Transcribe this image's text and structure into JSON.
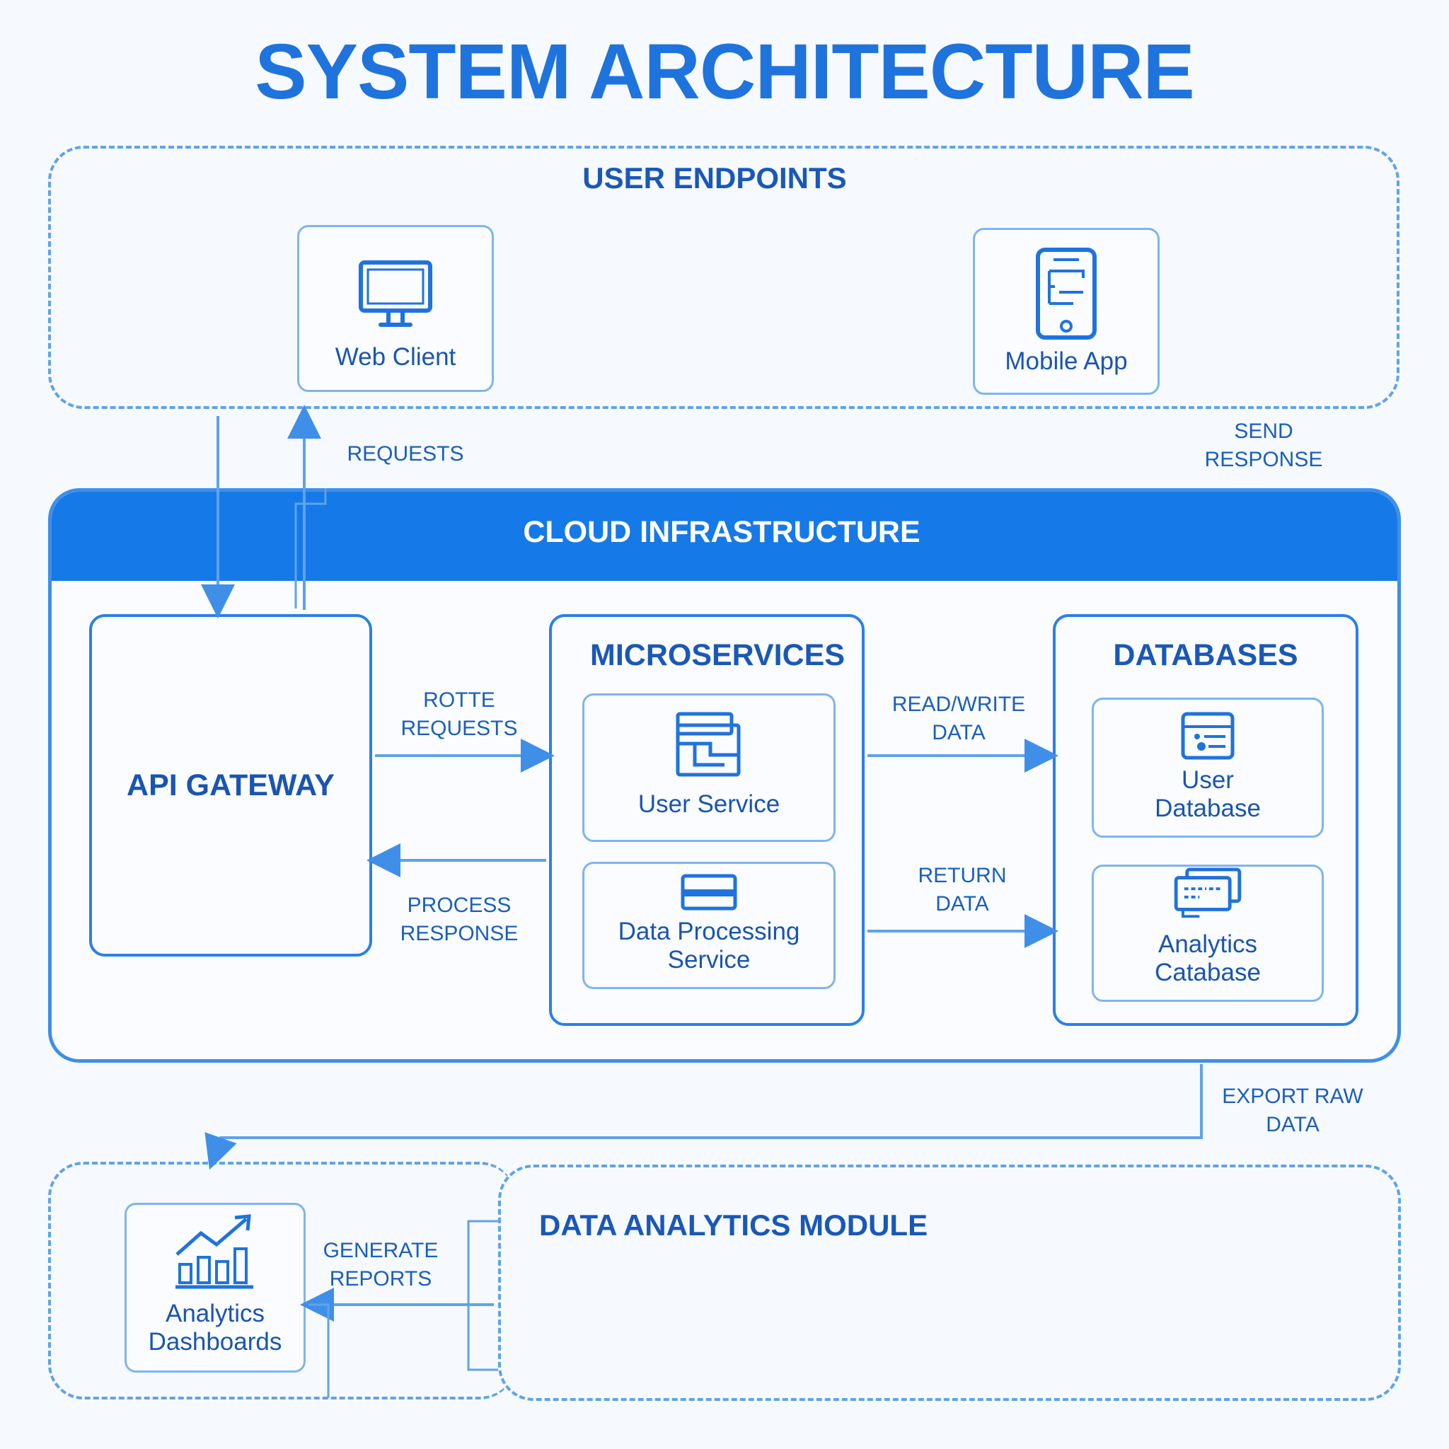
{
  "title": "SYSTEM ARCHITECTURE",
  "colors": {
    "primary": "#1f73dd",
    "dark_text": "#1a58b8",
    "line": "#5fa3ea",
    "header_fill": "#1679e8"
  },
  "user_endpoints": {
    "label": "USER ENDPOINTS",
    "web_client": {
      "label": "Web Client",
      "icon": "monitor-icon"
    },
    "mobile_app": {
      "label": "Mobile App",
      "icon": "smartphone-icon"
    }
  },
  "cloud": {
    "label": "CLOUD INFRASTRUCTURE",
    "api_gateway": "API GATEWAY",
    "microservices": {
      "title": "MICROSERVICES",
      "user_service": {
        "label": "User Service",
        "icon": "service-window-icon"
      },
      "data_processing": {
        "line1": "Data Processing",
        "line2": "Service",
        "icon": "card-icon"
      }
    },
    "databases": {
      "title": "DATABASES",
      "user_db": {
        "line1": "User",
        "line2": "Database",
        "icon": "database-card-icon"
      },
      "analytics_db": {
        "line1": "Analytics",
        "line2": "Catabase",
        "icon": "stacked-cards-icon"
      }
    }
  },
  "analytics": {
    "module_label": "DATA ANALYTICS MODULE",
    "dashboards": {
      "line1": "Analytics",
      "line2": "Dashboards",
      "icon": "bar-chart-trend-icon"
    }
  },
  "edges": {
    "requests": "REQUESTS",
    "send_response": {
      "line1": "SEND",
      "line2": "RESPONSE"
    },
    "route_requests": {
      "line1": "ROTTE",
      "line2": "REQUESTS"
    },
    "process_response": {
      "line1": "PROCESS",
      "line2": "RESPONSE"
    },
    "read_write": {
      "line1": "READ/WRITE",
      "line2": "DATA"
    },
    "return_data": {
      "line1": "RETURN",
      "line2": "DATA"
    },
    "export_raw": {
      "line1": "EXPORT RAW",
      "line2": "DATA"
    },
    "generate_reports": {
      "line1": "GENERATE",
      "line2": "REPORTS"
    }
  }
}
